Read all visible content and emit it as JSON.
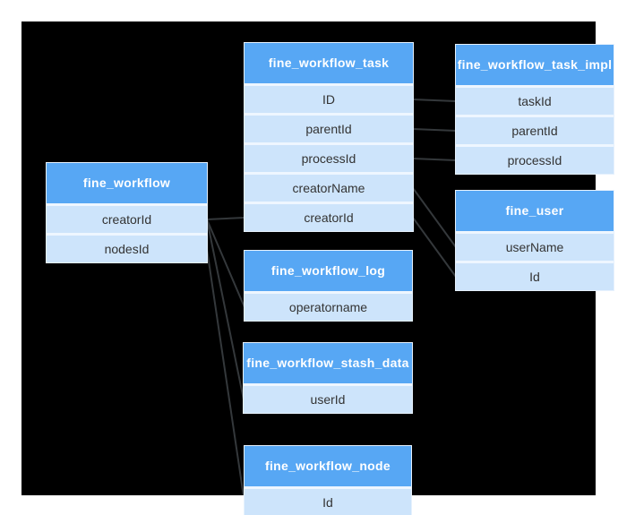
{
  "diagram": {
    "background_color": "#000000",
    "header_color": "#57a7f4",
    "row_color": "#cde4fb",
    "line_color": "#34383b",
    "tables": {
      "workflow": {
        "title": "fine_workflow",
        "fields": [
          "creatorId",
          "nodesId"
        ]
      },
      "task": {
        "title": "fine_workflow_task",
        "fields": [
          "ID",
          "parentId",
          "processId",
          "creatorName",
          "creatorId"
        ]
      },
      "impl": {
        "title": "fine_workflow_task_impl",
        "fields": [
          "taskId",
          "parentId",
          "processId"
        ]
      },
      "user": {
        "title": "fine_user",
        "fields": [
          "userName",
          "Id"
        ]
      },
      "log": {
        "title": "fine_workflow_log",
        "fields": [
          "operatorname"
        ]
      },
      "stash": {
        "title": "fine_workflow_stash_data",
        "fields": [
          "userId"
        ]
      },
      "node": {
        "title": "fine_workflow_node",
        "fields": [
          "Id"
        ]
      }
    },
    "relations": [
      {
        "from": "workflow.0",
        "to": "task.4"
      },
      {
        "from": "task.0",
        "to": "impl.0"
      },
      {
        "from": "task.1",
        "to": "impl.1"
      },
      {
        "from": "task.2",
        "to": "impl.2"
      },
      {
        "from": "task.3",
        "to": "user.0"
      },
      {
        "from": "task.4",
        "to": "user.1"
      },
      {
        "from": "workflow.0",
        "to": "log.0"
      },
      {
        "from": "workflow.0",
        "to": "stash.0"
      },
      {
        "from": "workflow.1",
        "to": "node.0"
      }
    ]
  }
}
